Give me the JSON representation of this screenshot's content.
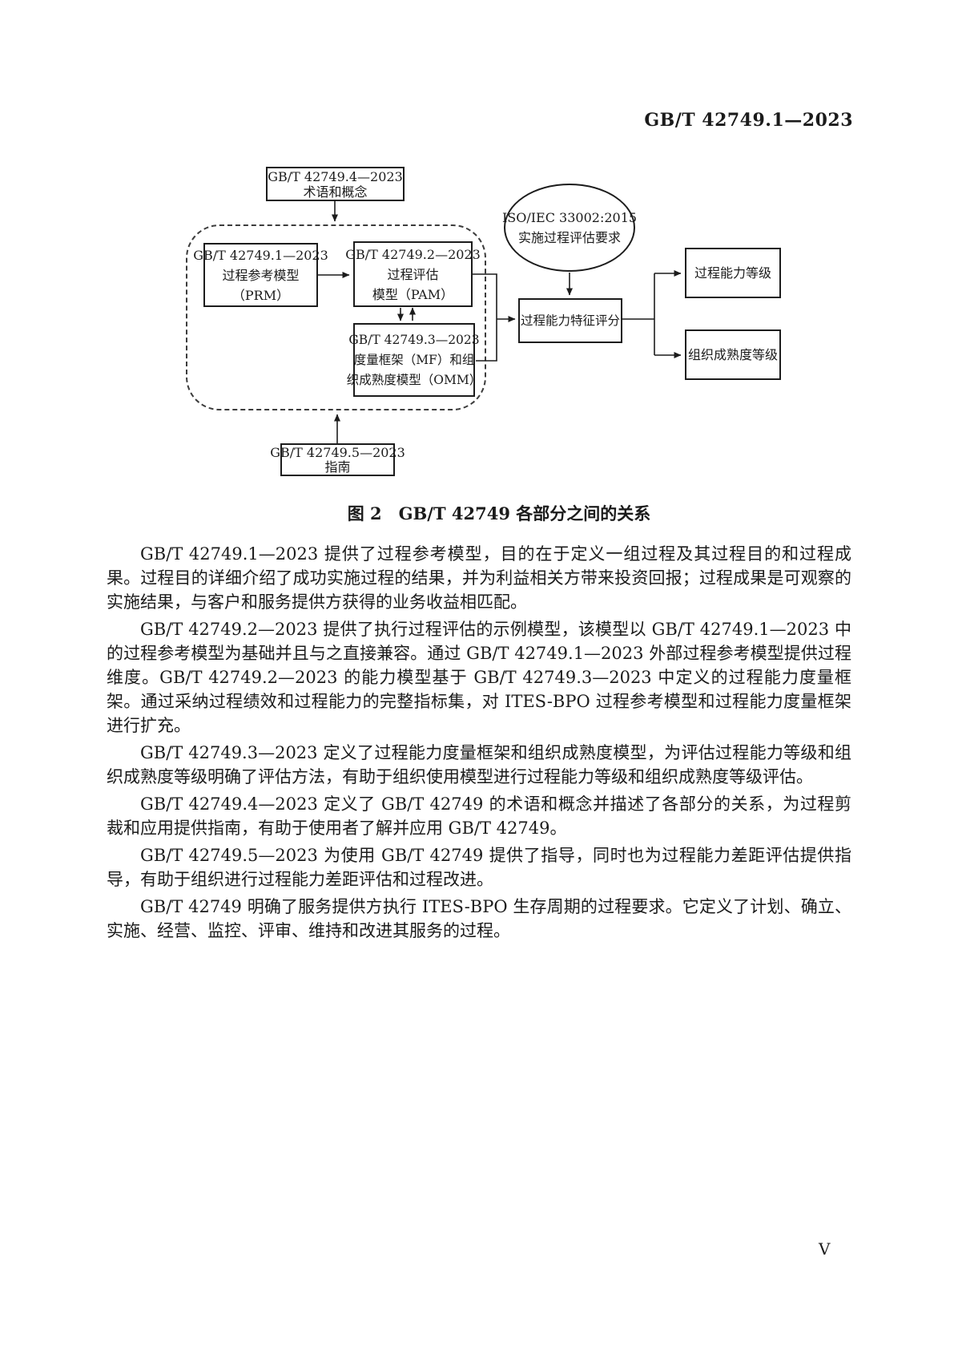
{
  "page": {
    "header": "GB/T 42749.1—2023",
    "page_number": "V"
  },
  "colors": {
    "ink": "#1b1b1b",
    "diagram_line": "#1c1c1c",
    "background": "#ffffff"
  },
  "figure": {
    "caption": "图 2　GB/T 42749 各部分之间的关系",
    "nodes": {
      "part4": {
        "lines": [
          "GB/T 42749.4—2023",
          "术语和概念"
        ]
      },
      "part1": {
        "lines": [
          "GB/T 42749.1—2023",
          "过程参考模型",
          "（PRM）"
        ]
      },
      "part2": {
        "lines": [
          "GB/T 42749.2—2023",
          "过程评估",
          "模型（PAM）"
        ]
      },
      "part3": {
        "lines": [
          "GB/T 42749.3—2023",
          "度量框架（MF）和组",
          "织成熟度模型（OMM）"
        ]
      },
      "iso": {
        "lines": [
          "ISO/IEC 33002:2015",
          "实施过程评估要求"
        ]
      },
      "score": {
        "label": "过程能力特征评分"
      },
      "capability": {
        "label": "过程能力等级"
      },
      "maturity": {
        "label": "组织成熟度等级"
      },
      "part5": {
        "lines": [
          "GB/T 42749.5—2023",
          "指南"
        ]
      }
    }
  },
  "body": {
    "paragraphs": [
      "GB/T 42749.1—2023 提供了过程参考模型，目的在于定义一组过程及其过程目的和过程成果。过程目的详细介绍了成功实施过程的结果，并为利益相关方带来投资回报；过程成果是可观察的实施结果，与客户和服务提供方获得的业务收益相匹配。",
      "GB/T 42749.2—2023 提供了执行过程评估的示例模型，该模型以 GB/T 42749.1—2023 中的过程参考模型为基础并且与之直接兼容。通过 GB/T 42749.1—2023 外部过程参考模型提供过程维度。GB/T 42749.2—2023 的能力模型基于 GB/T 42749.3—2023 中定义的过程能力度量框架。通过采纳过程绩效和过程能力的完整指标集，对 ITES-BPO 过程参考模型和过程能力度量框架进行扩充。",
      "GB/T 42749.3—2023 定义了过程能力度量框架和组织成熟度模型，为评估过程能力等级和组织成熟度等级明确了评估方法，有助于组织使用模型进行过程能力等级和组织成熟度等级评估。",
      "GB/T 42749.4—2023 定义了 GB/T 42749 的术语和概念并描述了各部分的关系，为过程剪裁和应用提供指南，有助于使用者了解并应用 GB/T 42749。",
      "GB/T 42749.5—2023 为使用 GB/T 42749 提供了指导，同时也为过程能力差距评估提供指导，有助于组织进行过程能力差距评估和过程改进。",
      "GB/T 42749 明确了服务提供方执行 ITES-BPO 生存周期的过程要求。它定义了计划、确立、实施、经营、监控、评审、维持和改进其服务的过程。"
    ]
  }
}
